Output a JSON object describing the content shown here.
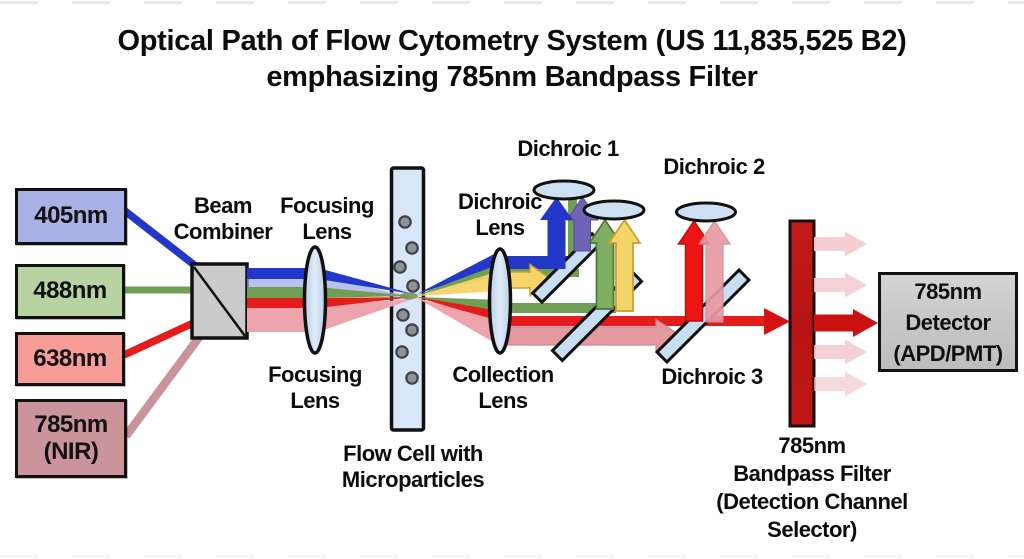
{
  "title": "Optical Path of Flow Cytometry System (US 11,835,525 B2)\nemphasizing 785nm Bandpass Filter",
  "lasers": [
    {
      "label": "405nm",
      "color": "#a9b1e6"
    },
    {
      "label": "488nm",
      "color": "#b7d3a1"
    },
    {
      "label": "638nm",
      "color": "#f79c96"
    },
    {
      "label": "785nm\n(NIR)",
      "color": "#cb949b"
    }
  ],
  "labels": {
    "beam_combiner": "Beam\nCombiner",
    "focusing_lens_top": "Focusing\nLens",
    "focusing_lens_bottom": "Focusing\nLens",
    "flow_cell": "Flow Cell with\nMicroparticles",
    "collection_lens": "Collection\nLens",
    "dichroic_lens": "Dichroic\nLens",
    "dichroic_1": "Dichroic 1",
    "dichroic_2": "Dichroic 2",
    "dichroic_3": "Dichroic 3",
    "bandpass_filter": "785nm\nBandpass Filter\n(Detection Channel\nSelector)",
    "detector": "785nm\nDetector\n(APD/PMT)"
  },
  "colors": {
    "laser-405": "#a9b1e6",
    "laser-488": "#b7d3a1",
    "laser-638": "#f79c96",
    "laser-785": "#cb949b",
    "beam-blue": "#2337c9",
    "beam-blue-wide": "#9aa8e2",
    "beam-green": "#6f9e55",
    "beam-green-arrow": "#7fae63",
    "beam-yellow": "#f5d469",
    "beam-red": "#e41c1c",
    "beam-pink": "#eda4ac",
    "beam-nir-input": "#c9939c",
    "arrow-purple": "#6f63b5",
    "arrow-dark-red": "#cc1111",
    "arrow-faint-pink": "#f4cbd0",
    "optic-fill": "#cde0f3",
    "mirror-fill": "#c8def2",
    "flow-cell-fill": "#d9e6f7",
    "particle-fill": "#8f9297",
    "filter-fill": "#bf1717",
    "combiner-fill": "#cbcbcb",
    "detector-fill": "#c8c8c8",
    "outline": "#111111"
  }
}
